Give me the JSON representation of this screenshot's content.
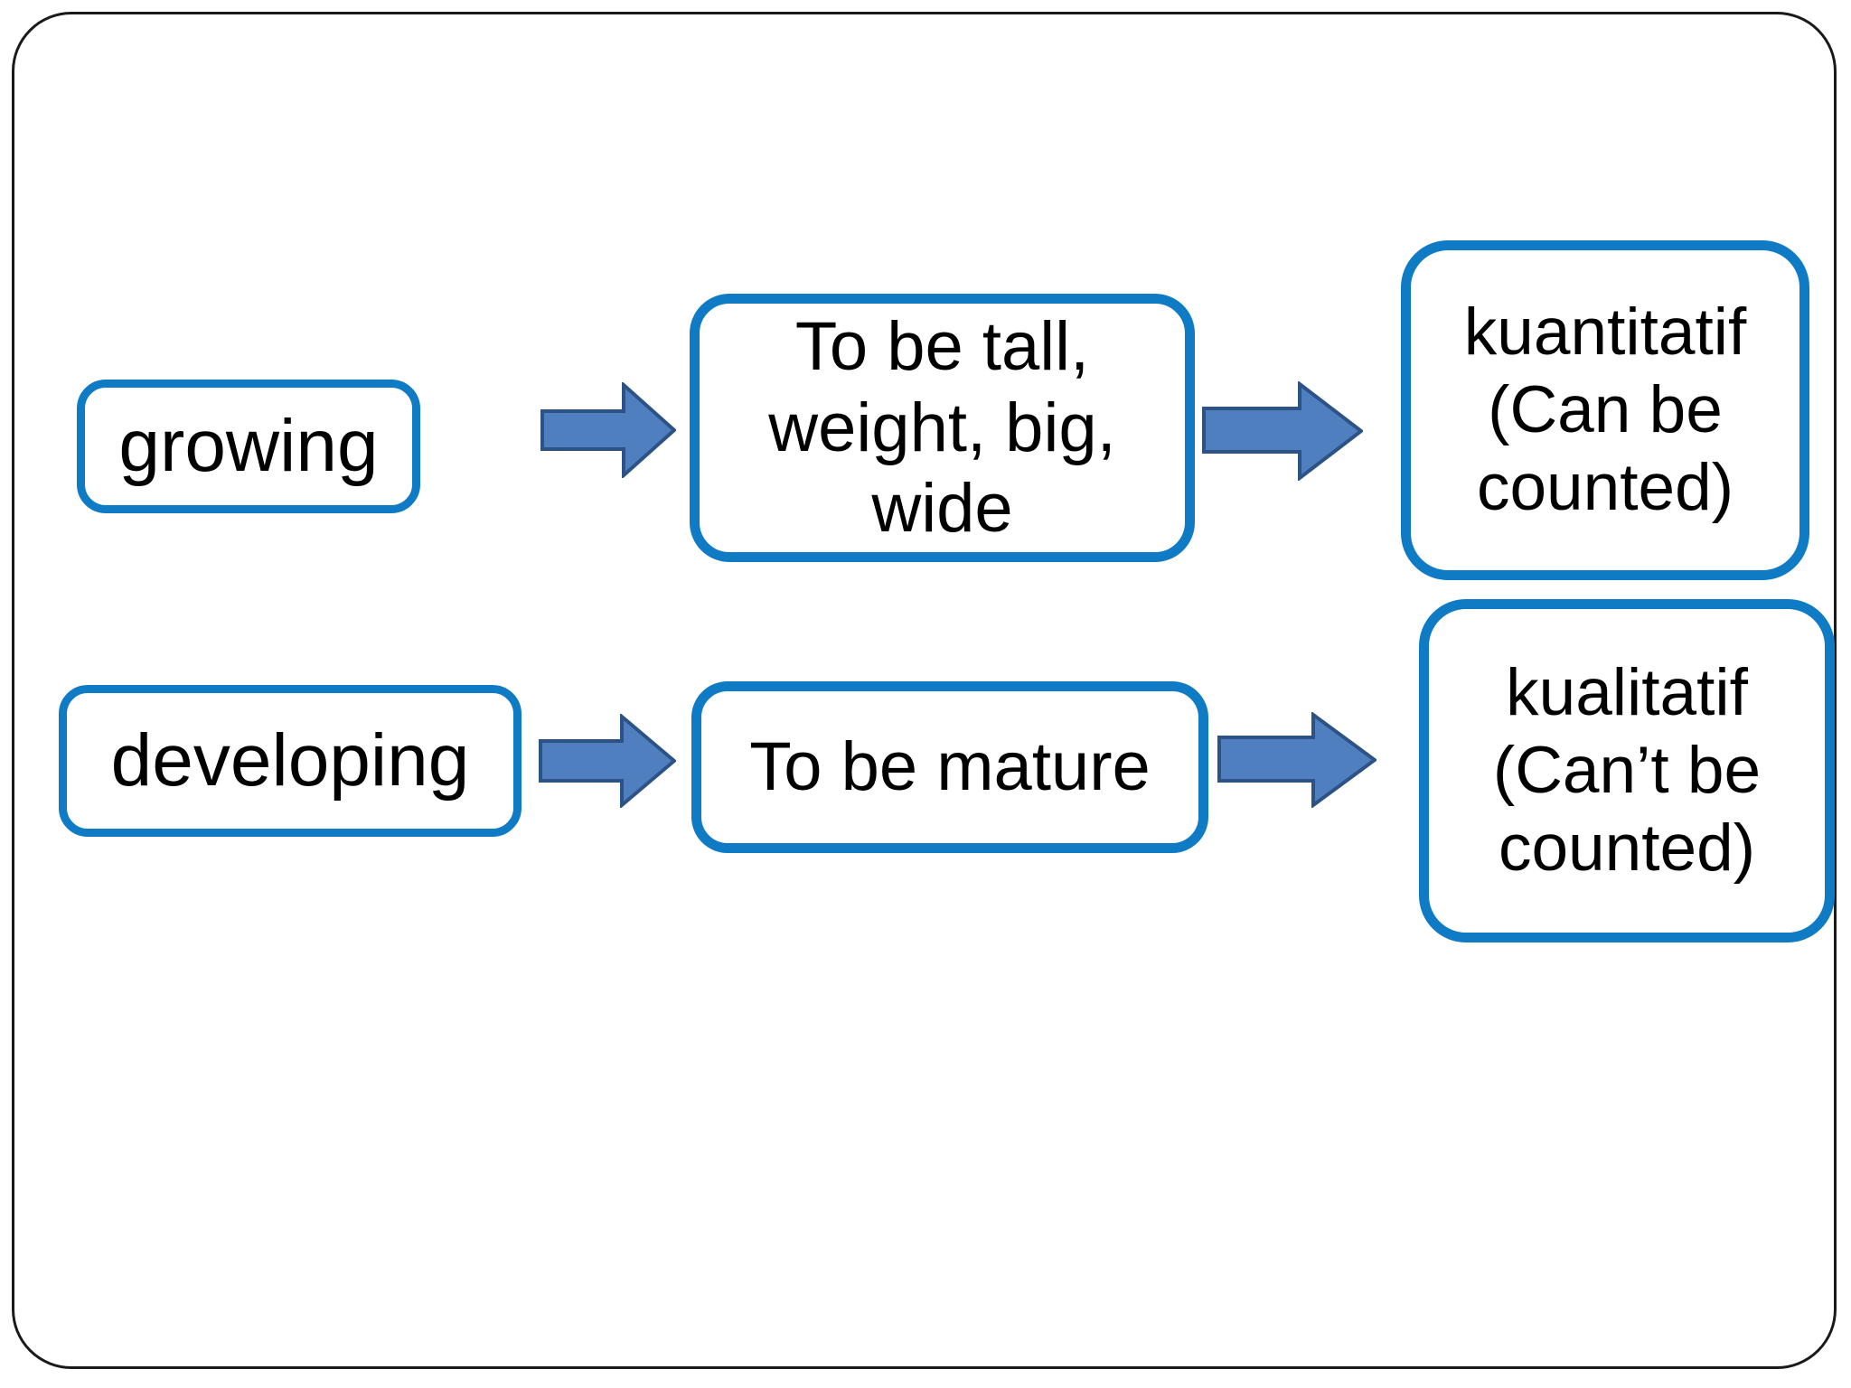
{
  "frame": {
    "border_color": "#1a1a1a",
    "background": "#ffffff"
  },
  "theme": {
    "box_border_color": "#0f7bc4",
    "box_fill_color": "#ffffff",
    "arrow_fill_color": "#4f7fbe",
    "arrow_stroke_color": "#2d5386",
    "text_color": "#000000"
  },
  "diagram": {
    "type": "flowchart",
    "rows": [
      {
        "id": "row-growing",
        "nodes": [
          {
            "id": "growing",
            "label": "growing"
          },
          {
            "id": "tall",
            "label": "To be tall,\nweight, big,\nwide"
          },
          {
            "id": "kuantitatif",
            "label": "kuantitatif\n(Can be\ncounted)"
          }
        ],
        "connectors": [
          {
            "id": "arrow-1",
            "icon": "right-block-arrow-icon",
            "from": "growing",
            "to": "tall"
          },
          {
            "id": "arrow-2",
            "icon": "right-block-arrow-icon",
            "from": "tall",
            "to": "kuantitatif"
          }
        ]
      },
      {
        "id": "row-developing",
        "nodes": [
          {
            "id": "developing",
            "label": "developing"
          },
          {
            "id": "mature",
            "label": "To be mature"
          },
          {
            "id": "kualitatif",
            "label": "kualitatif\n(Can’t be\ncounted)"
          }
        ],
        "connectors": [
          {
            "id": "arrow-3",
            "icon": "right-block-arrow-icon",
            "from": "developing",
            "to": "mature"
          },
          {
            "id": "arrow-4",
            "icon": "right-block-arrow-icon",
            "from": "mature",
            "to": "kualitatif"
          }
        ]
      }
    ]
  }
}
